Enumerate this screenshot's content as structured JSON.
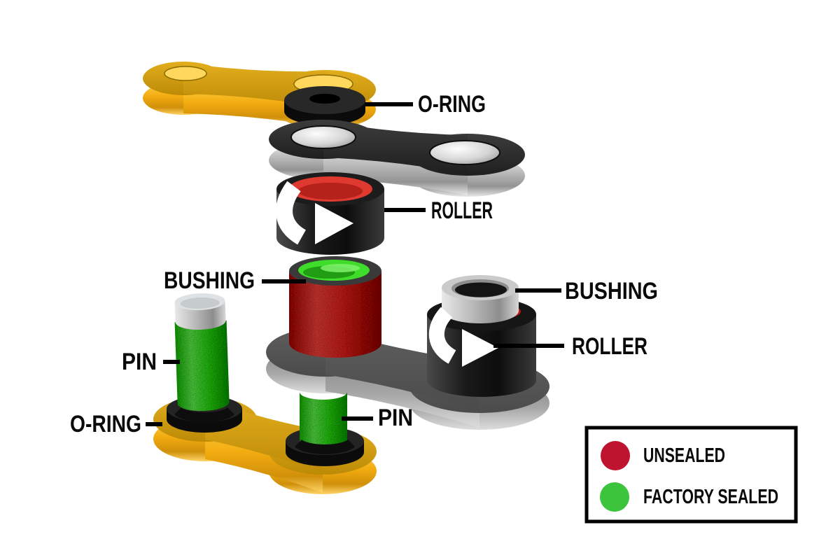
{
  "diagram": {
    "type": "exploded-chain-link-diagram",
    "labels": {
      "oring_top": "O-RING",
      "roller_top": "ROLLER",
      "bushing_left": "BUSHING",
      "bushing_right": "BUSHING",
      "roller_right": "ROLLER",
      "pin_left": "PIN",
      "oring_bottom": "O-RING",
      "pin_middle": "PIN"
    },
    "legend": {
      "items": [
        {
          "label": "UNSEALED",
          "color": "#BE1430"
        },
        {
          "label": "FACTORY SEALED",
          "color": "#3CC43C"
        }
      ]
    },
    "palette": {
      "gold_plate": "#F2AE0F",
      "silver_plate": "#C9C9C9",
      "black_part": "#161616",
      "unsealed_red": "#E02521",
      "sealed_green": "#2EDC1B",
      "label_color": "#0A0A0A"
    }
  }
}
